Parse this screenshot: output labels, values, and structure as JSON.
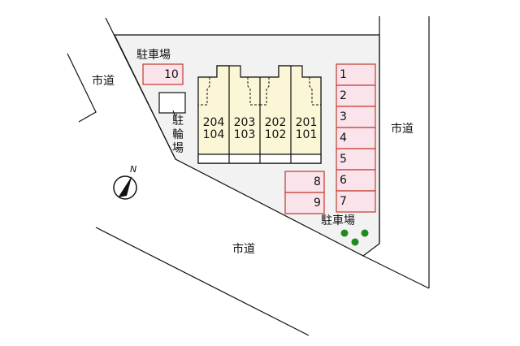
{
  "roads": {
    "left": "市道",
    "right": "市道",
    "bottom": "市道"
  },
  "labels": {
    "parking_top_left": "駐車場",
    "parking_bottom_right": "駐車場",
    "bicycle_parking": [
      "駐",
      "輪",
      "場"
    ],
    "compass_north": "N"
  },
  "building": {
    "units": [
      {
        "upper": "204",
        "lower": "104"
      },
      {
        "upper": "203",
        "lower": "103"
      },
      {
        "upper": "202",
        "lower": "102"
      },
      {
        "upper": "201",
        "lower": "101"
      }
    ]
  },
  "parking": {
    "right_column": [
      "1",
      "2",
      "3",
      "4",
      "5",
      "6",
      "7"
    ],
    "middle_column": [
      "8",
      "9"
    ],
    "top_left": "10"
  },
  "colors": {
    "site_fill": "#f2f2f2",
    "building_fill": "#fbf7d6",
    "parking_fill": "#fbe3ec",
    "parking_border": "#c0392b",
    "tree": "#1f8a1f",
    "line": "#111111"
  }
}
